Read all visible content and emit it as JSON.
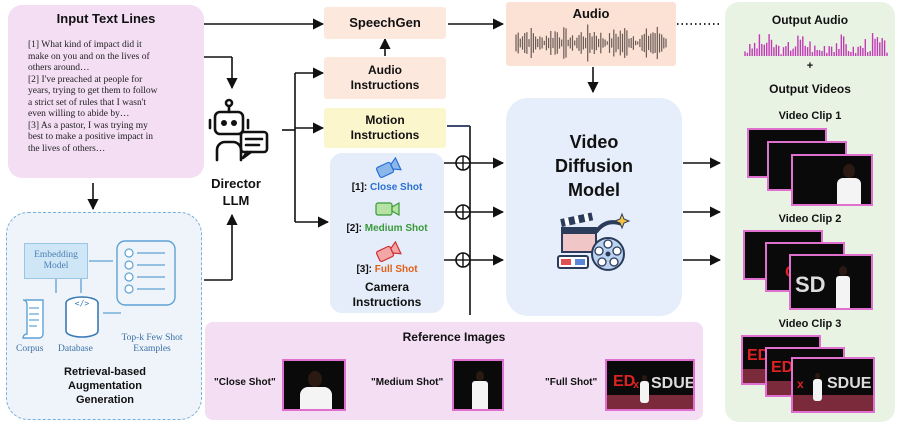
{
  "input": {
    "title": "Input Text Lines",
    "lines": [
      "[1] What kind of impact did it",
      "make on you and on the lives of",
      "others around…",
      "[2] I've preached at people for",
      "years, trying to get them to follow",
      "a strict set of rules that I wasn't",
      "even willing to abide by…",
      "[3] As a pastor, I was trying my",
      "best to make a positive impact in",
      "the lives of others…"
    ]
  },
  "rag": {
    "embedding_model": "Embedding Model",
    "corpus": "Corpus",
    "database": "Database",
    "topk": "Top-k Few Shot Examples",
    "title_lines": [
      "Retrieval-based",
      "Augmentation",
      "Generation"
    ]
  },
  "director": {
    "line1": "Director",
    "line2": "LLM"
  },
  "speechgen": {
    "label": "SpeechGen"
  },
  "audio_instr": {
    "line1": "Audio",
    "line2": "Instructions"
  },
  "motion_instr": {
    "line1": "Motion",
    "line2": "Instructions"
  },
  "camera": {
    "items": [
      {
        "num": "[1]:",
        "label": "Close Shot",
        "color": "#2a6fd6"
      },
      {
        "num": "[2]:",
        "label": "Medium Shot",
        "color": "#3a9a3a"
      },
      {
        "num": "[3]:",
        "label": "Full Shot",
        "color": "#e0601a"
      }
    ],
    "title_line1": "Camera",
    "title_line2": "Instructions"
  },
  "audio": {
    "title": "Audio"
  },
  "vdm": {
    "line1": "Video",
    "line2": "Diffusion",
    "line3": "Model"
  },
  "reference": {
    "title": "Reference Images",
    "labels": [
      "\"Close Shot\"",
      "\"Medium Shot\"",
      "\"Full Shot\""
    ]
  },
  "output": {
    "audio_title": "Output Audio",
    "plus": "+",
    "videos_title": "Output Videos",
    "clips": [
      "Video Clip 1",
      "Video Clip 2",
      "Video Clip 3"
    ]
  },
  "thumb_texts": {
    "ted": "ED",
    "x": "x",
    "sd": "SD",
    "sdue": "SDUE",
    "g": "G"
  },
  "colors": {
    "input_panel": "#f3def3",
    "rag_panel": "#eef4fa",
    "rag_border": "#7ab0dc",
    "speech_box": "#fde8de",
    "motion_box": "#fcf6cc",
    "camera_panel": "#e4edf9",
    "vdm_panel": "#e6eefb",
    "reference_panel": "#f3def3",
    "output_panel": "#e9f3e4",
    "audio_box": "#fbe2d4",
    "output_wave": "#c23ab5",
    "thumb_border": "#e070d0"
  }
}
